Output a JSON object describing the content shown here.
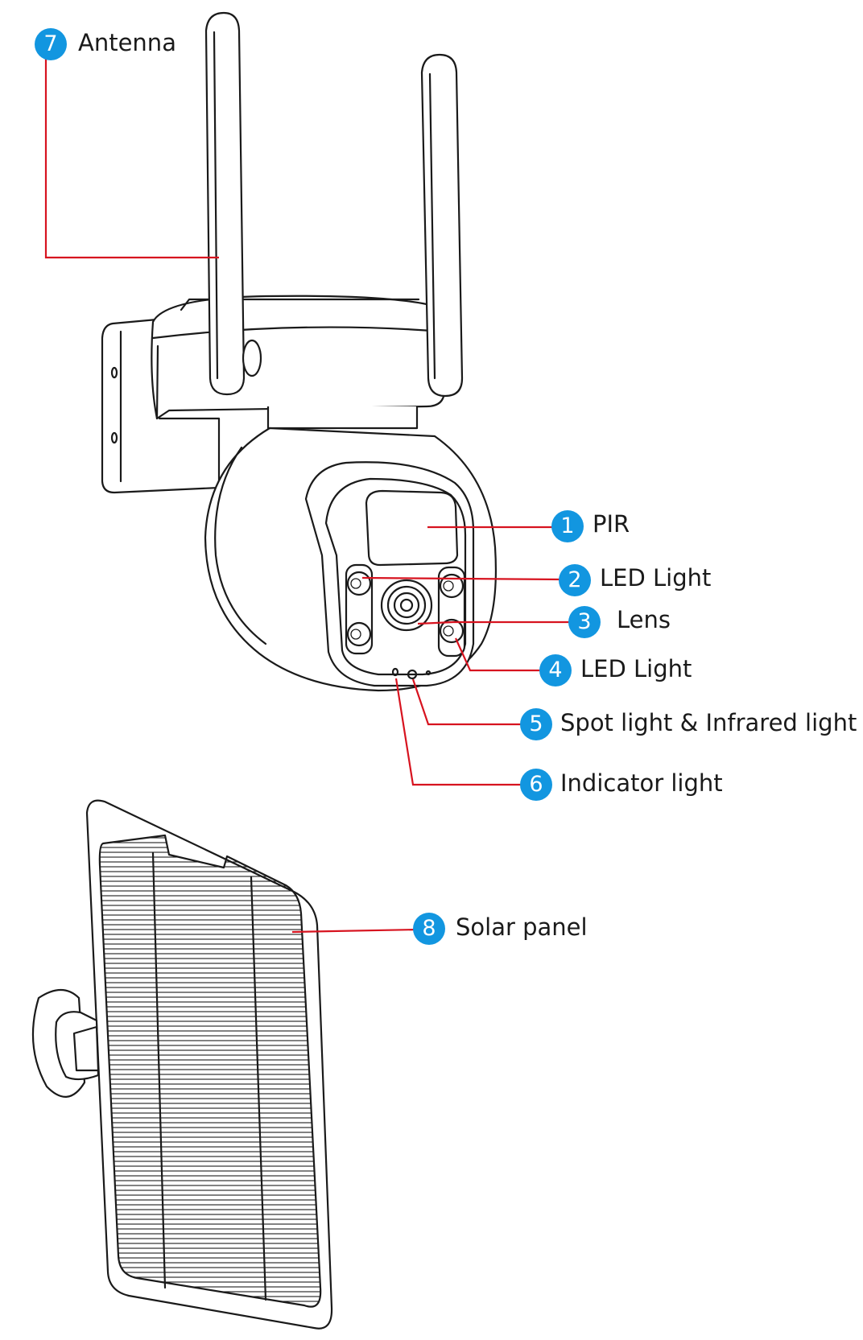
{
  "colors": {
    "badge": "#1296e0",
    "leader_line": "#d7131f",
    "outline": "#1a1a1a"
  },
  "callouts": [
    {
      "number": "1",
      "label": "PIR"
    },
    {
      "number": "2",
      "label": "LED Light"
    },
    {
      "number": "3",
      "label": "Lens"
    },
    {
      "number": "4",
      "label": "LED Light"
    },
    {
      "number": "5",
      "label": "Spot light & Infrared light"
    },
    {
      "number": "6",
      "label": "Indicator light"
    },
    {
      "number": "7",
      "label": "Antenna"
    },
    {
      "number": "8",
      "label": "Solar panel"
    }
  ]
}
